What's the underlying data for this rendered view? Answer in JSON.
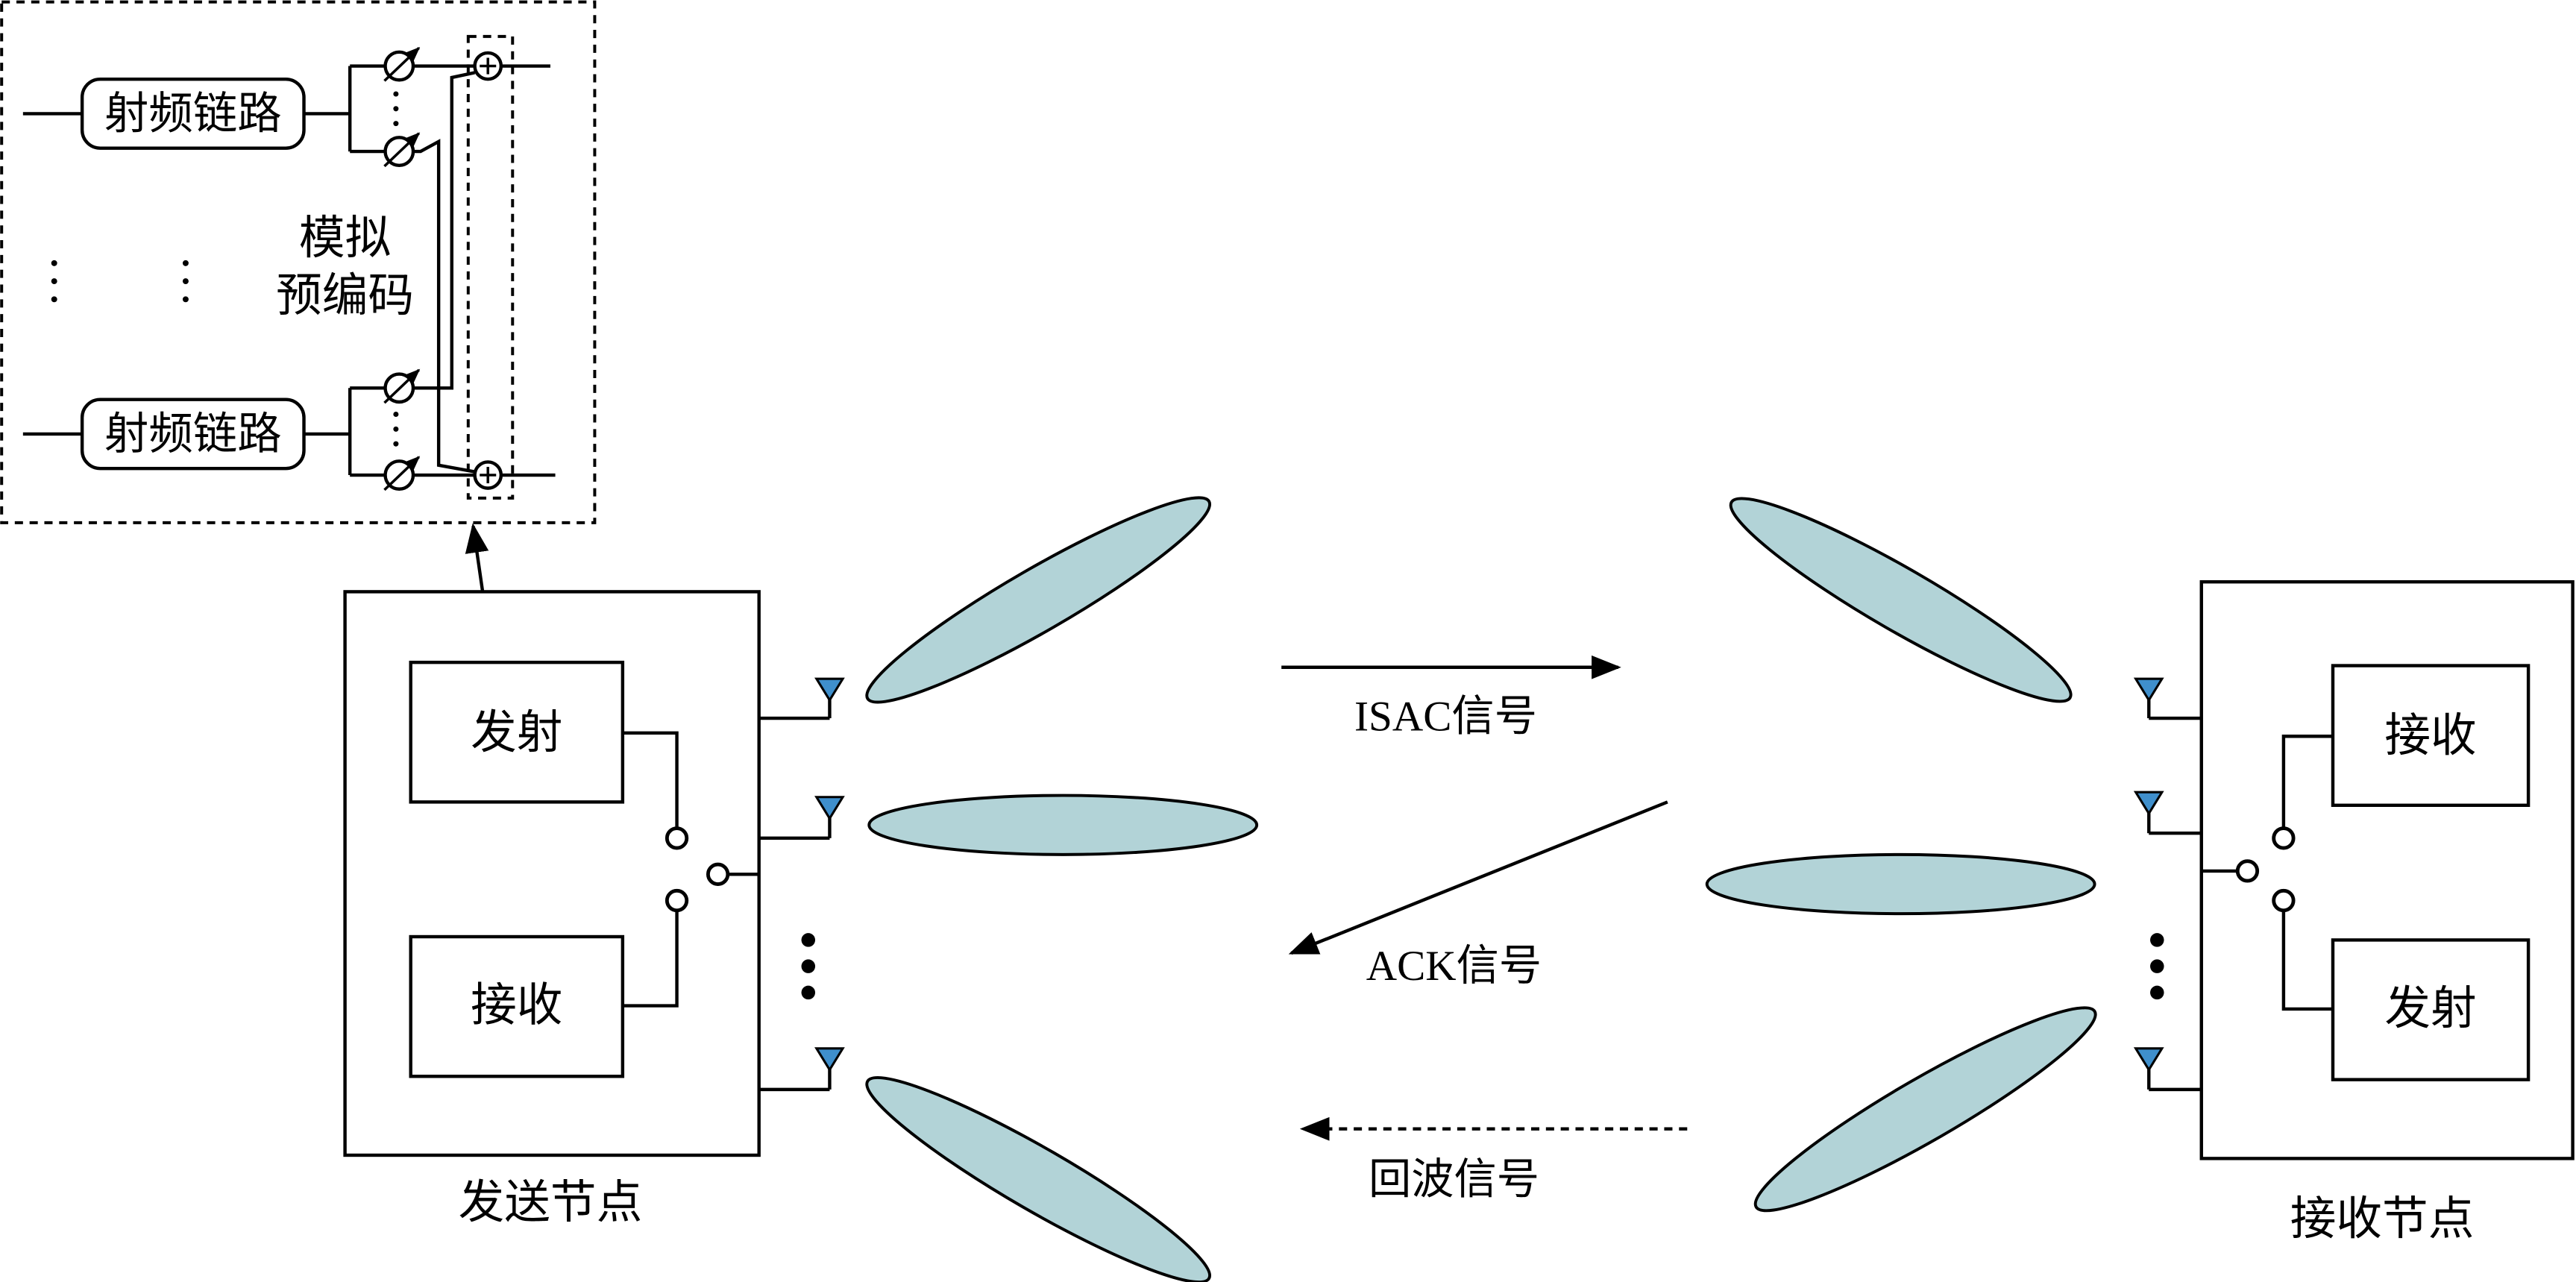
{
  "transmitter_detail": {
    "rf_chain_top": "射频链路",
    "rf_chain_bottom": "射频链路",
    "analog_precoding_line1": "模拟",
    "analog_precoding_line2": "预编码"
  },
  "transmit_node": {
    "label": "发送节点",
    "transmit": "发射",
    "receive": "接收"
  },
  "receive_node": {
    "label": "接收节点",
    "receive": "接收",
    "transmit": "发射"
  },
  "signals": {
    "isac": "ISAC信号",
    "ack": "ACK信号",
    "echo": "回波信号"
  },
  "colors": {
    "beam_fill": "#b2d3d7",
    "antenna_fill": "#3f8fcc",
    "line": "#000000"
  }
}
